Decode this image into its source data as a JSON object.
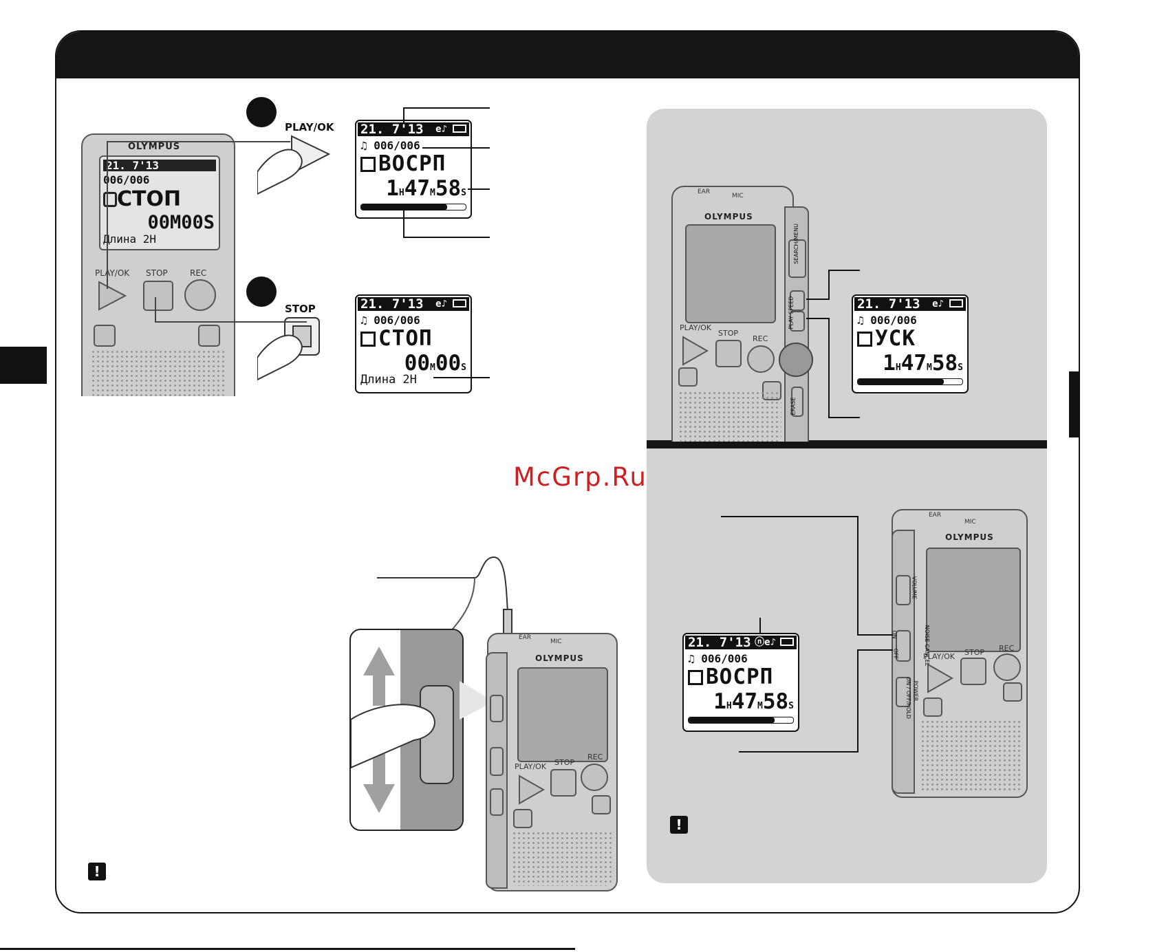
{
  "header": {
    "title": ""
  },
  "buttons": {
    "play_ok": "PLAY/OK",
    "stop": "STOP",
    "rec": "REC"
  },
  "brand": "OLYMPUS",
  "step_markers": [
    {
      "name": "step-1-marker"
    },
    {
      "name": "step-2-marker"
    }
  ],
  "device_small": {
    "date": "21. 7'13",
    "file": "006/006",
    "status": "СТОП",
    "time": "00M00S",
    "length": "Длина 2H"
  },
  "lcd_play": {
    "date": "21. 7'13",
    "file": "006/006",
    "status": "ВОСРП",
    "time_h": "1",
    "time_m": "47",
    "time_s": "58",
    "progress": 0.82
  },
  "lcd_stop": {
    "date": "21. 7'13",
    "file": "006/006",
    "status": "СТОП",
    "time_m": "00",
    "time_s": "00",
    "length": "Длина 2H"
  },
  "lcd_fast": {
    "date": "21. 7'13",
    "file": "006/006",
    "status": "УСК",
    "time_h": "1",
    "time_m": "47",
    "time_s": "58",
    "progress": 0.82
  },
  "lcd_nc": {
    "date": "21. 7'13",
    "file": "006/006",
    "status": "ВОСРП",
    "time_h": "1",
    "time_m": "47",
    "time_s": "58",
    "progress": 0.82
  },
  "device_labels": {
    "ear": "EAR",
    "mic": "MIC",
    "search_menu": "SEARCH/MENU",
    "play_speed": "PLAY SPEED",
    "erase": "ERASE",
    "volume": "VOLUME",
    "noise_cancel": "NOISE CANCEL",
    "on": "ON",
    "off": "OFF",
    "power": "POWER",
    "hold": "ON / OFF/HOLD"
  },
  "units": {
    "h": "H",
    "m": "M",
    "s": "S"
  },
  "watermark": "McGrp.Ru",
  "colors": {
    "dark": "#151515",
    "panel": "#d3d3d4",
    "watermark": "#cc1f1f"
  }
}
